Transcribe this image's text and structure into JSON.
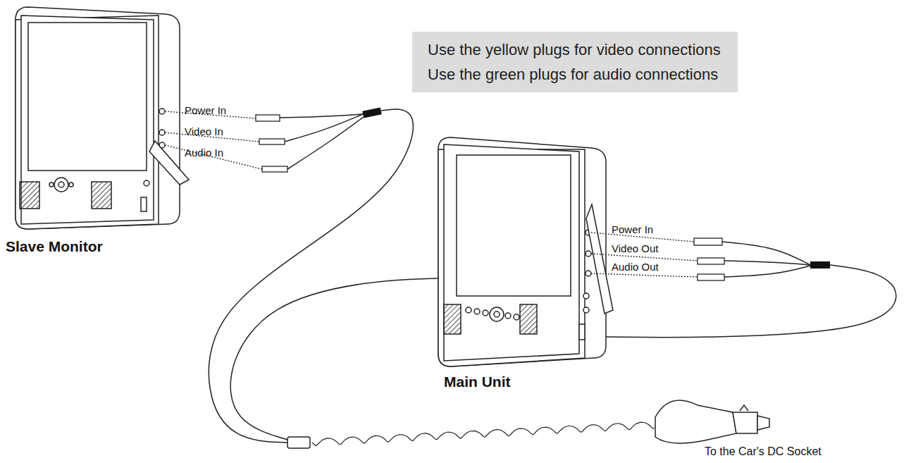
{
  "diagram": {
    "nodes": [
      {
        "text": [
          "Use the yellow plugs for video connections",
          "Use the green plugs for audio connections"
        ]
      }
    ],
    "labels": [
      "Power In",
      "Video In",
      "Audio In",
      "Slave Monitor",
      "Power In",
      "Video Out",
      "Audio Out",
      "Main Unit",
      "To the Car's DC Socket"
    ]
  }
}
